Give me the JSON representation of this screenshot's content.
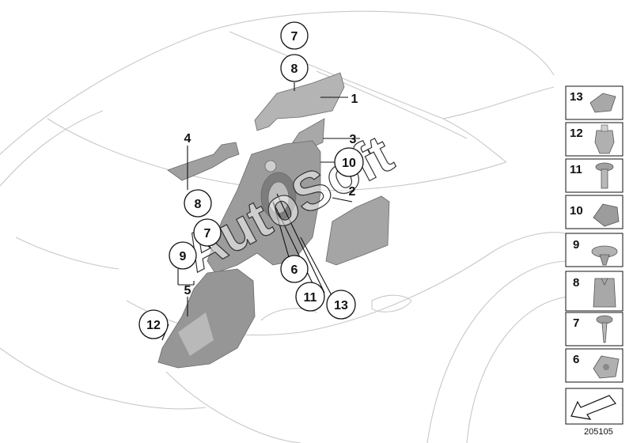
{
  "diagram": {
    "id": "205105",
    "watermark": "AutoSoft",
    "callouts": [
      {
        "label": "7",
        "circled": true
      },
      {
        "label": "8",
        "circled": true
      },
      {
        "label": "1",
        "circled": false
      },
      {
        "label": "4",
        "circled": false
      },
      {
        "label": "3",
        "circled": false
      },
      {
        "label": "10",
        "circled": true
      },
      {
        "label": "2",
        "circled": false
      },
      {
        "label": "8",
        "circled": true
      },
      {
        "label": "7",
        "circled": true
      },
      {
        "label": "9",
        "circled": true
      },
      {
        "label": "6",
        "circled": true
      },
      {
        "label": "5",
        "circled": false
      },
      {
        "label": "11",
        "circled": true
      },
      {
        "label": "13",
        "circled": true
      },
      {
        "label": "12",
        "circled": true
      }
    ],
    "legend": [
      {
        "label": "13",
        "part": "cover-cap"
      },
      {
        "label": "12",
        "part": "clip-nut"
      },
      {
        "label": "11",
        "part": "screw"
      },
      {
        "label": "10",
        "part": "retainer-clip"
      },
      {
        "label": "9",
        "part": "expanding-rivet"
      },
      {
        "label": "8",
        "part": "plastic-nut"
      },
      {
        "label": "7",
        "part": "self-tapping-screw"
      },
      {
        "label": "6",
        "part": "spring-nut"
      }
    ]
  }
}
